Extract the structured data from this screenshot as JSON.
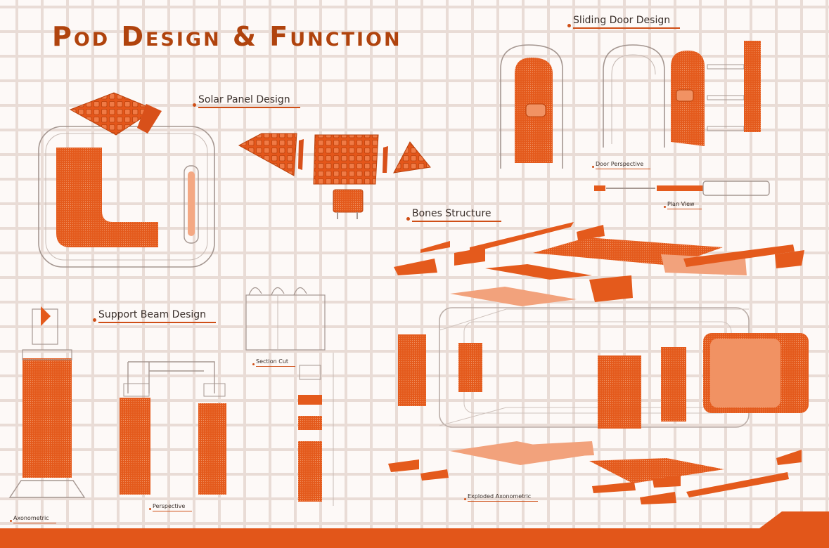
{
  "title": "Pod Design & Function",
  "sections": {
    "solar": "Solar Panel Design",
    "support": "Support Beam Design",
    "door": "Sliding Door Design",
    "bones": "Bones Structure"
  },
  "captions": {
    "axonometric": "Axonometric",
    "perspective": "Perspective",
    "section_cut": "Section Cut",
    "door_perspective": "Door Perspective",
    "plan_view": "Plan View",
    "exploded_axonometric": "Exploded Axonometric"
  },
  "colors": {
    "accent": "#e2561a",
    "title": "#b0430d",
    "grid": "#e9dcd6",
    "line": "#b9aaa3"
  }
}
